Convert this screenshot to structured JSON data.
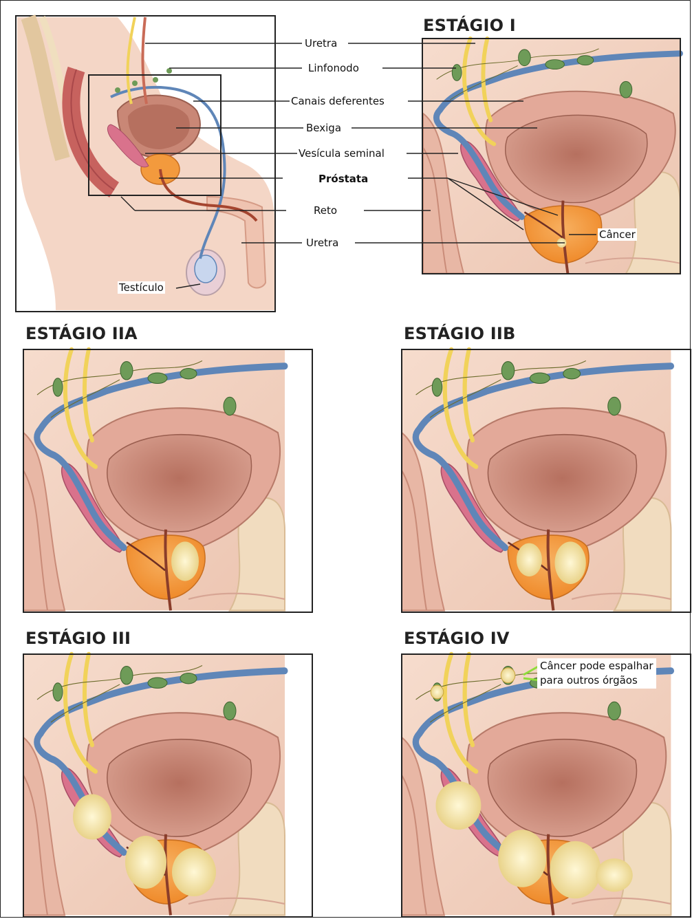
{
  "stages": {
    "stage_i": "ESTÁGIO I",
    "stage_iia": "ESTÁGIO IIA",
    "stage_iib": "ESTÁGIO IIB",
    "stage_iii": "ESTÁGIO III",
    "stage_iv": "ESTÁGIO IV"
  },
  "labels": {
    "urethra_top": "Uretra",
    "lymph_node": "Linfonodo",
    "vas_deferens": "Canais deferentes",
    "bladder": "Bexiga",
    "seminal_vesicle": "Vesícula seminal",
    "prostate": "Próstata",
    "rectum": "Reto",
    "urethra_bottom": "Uretra",
    "testicle": "Testículo",
    "cancer": "Câncer"
  },
  "stage_iv_note": {
    "line1": "Câncer pode espalhar",
    "line2": "para outros órgãos"
  },
  "colors": {
    "skin": "#f3d2c2",
    "bladder": "#c98776",
    "prostate": "#f39a3d",
    "vas_deferens": "#5f86b8",
    "urethra_tube": "#f1d25a",
    "seminal_vesicle": "#d9728c",
    "lymph_node": "#6e9b58",
    "cancer": "#f6e7a6",
    "note_line": "#8fdc3a"
  }
}
